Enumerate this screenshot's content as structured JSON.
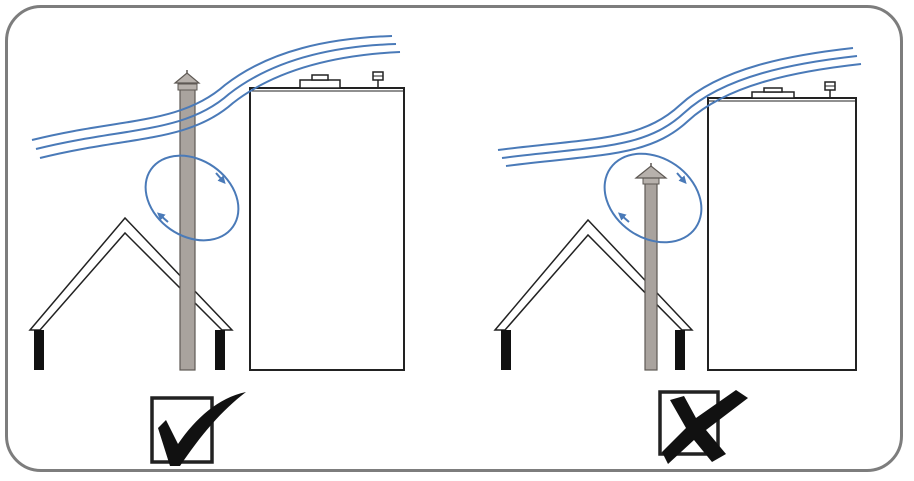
{
  "colors": {
    "frame": "#7d7d7d",
    "wind": "#4a7ab8",
    "pipe_fill": "#a9a39e",
    "pipe_stroke": "#5e5954",
    "building_stroke": "#222222",
    "mark": "#111111"
  },
  "panels": [
    {
      "name": "correct-chimney-height",
      "result_icon": "checkmark-icon",
      "status": "correct"
    },
    {
      "name": "incorrect-chimney-height",
      "result_icon": "cross-icon",
      "status": "incorrect"
    }
  ]
}
